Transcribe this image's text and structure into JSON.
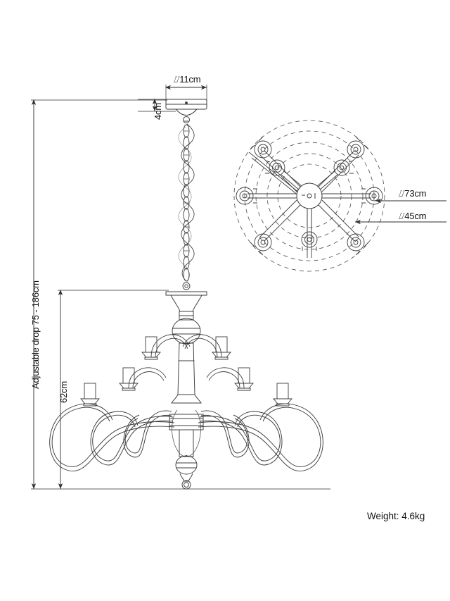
{
  "drawing": {
    "type": "technical-dimension-drawing",
    "subject": "8-arm chandelier",
    "views": [
      "front-elevation",
      "top-plan"
    ]
  },
  "dimensions": {
    "canopy_diameter": "⌰11cm",
    "canopy_height": "4cm",
    "fixture_height": "62cm",
    "adjustable_drop": "Adjustable drop 75 - 186cm",
    "outer_diameter": "⌰73cm",
    "inner_diameter": "⌰45cm"
  },
  "specs": {
    "weight": "Weight: 4.6kg"
  },
  "colors": {
    "line": "#3c3c3c",
    "dashed": "#555555",
    "text": "#111111",
    "background": "#ffffff"
  },
  "chart_data": {
    "type": "table",
    "title": "Chandelier dimensions",
    "categories": [
      "Canopy diameter",
      "Canopy height",
      "Fixture height",
      "Adjustable drop",
      "Outer spread diameter",
      "Inner spread diameter",
      "Weight"
    ],
    "values": [
      "11 cm",
      "4 cm",
      "62 cm",
      "75 - 186 cm",
      "73 cm",
      "45 cm",
      "4.6 kg"
    ]
  }
}
